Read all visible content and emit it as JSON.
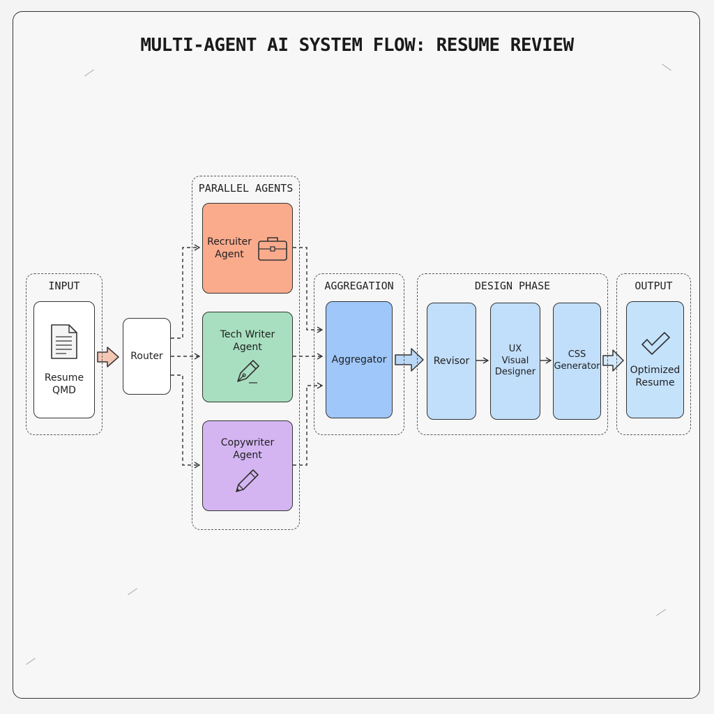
{
  "title": "MULTI-AGENT AI SYSTEM FLOW: RESUME REVIEW",
  "groups": {
    "input": "INPUT",
    "parallel": "PARALLEL AGENTS",
    "aggregation": "AGGREGATION",
    "design": "DESIGN PHASE",
    "output": "OUTPUT"
  },
  "nodes": {
    "resume": "Resume\nQMD",
    "router": "Router",
    "recruiter": "Recruiter\nAgent",
    "tech_writer": "Tech Writer\nAgent",
    "copywriter": "Copywriter\nAgent",
    "aggregator": "Aggregator",
    "revisor": "Revisor",
    "ux": "UX\nVisual\nDesigner",
    "css": "CSS\nGenerator",
    "optimized": "Optimized\nResume"
  },
  "icons": {
    "resume": "document-icon",
    "recruiter": "briefcase-icon",
    "tech_writer": "fountain-pen-icon",
    "copywriter": "pencil-icon",
    "optimized": "checkmark-icon"
  },
  "colors": {
    "recruiter": "#f9ab8c",
    "tech_writer": "#a8dfc0",
    "copywriter": "#d4b5f2",
    "aggregator": "#9fc7fa",
    "design_stage": "#c1defa",
    "output": "#c5e2fb",
    "neutral": "#ffffff"
  }
}
